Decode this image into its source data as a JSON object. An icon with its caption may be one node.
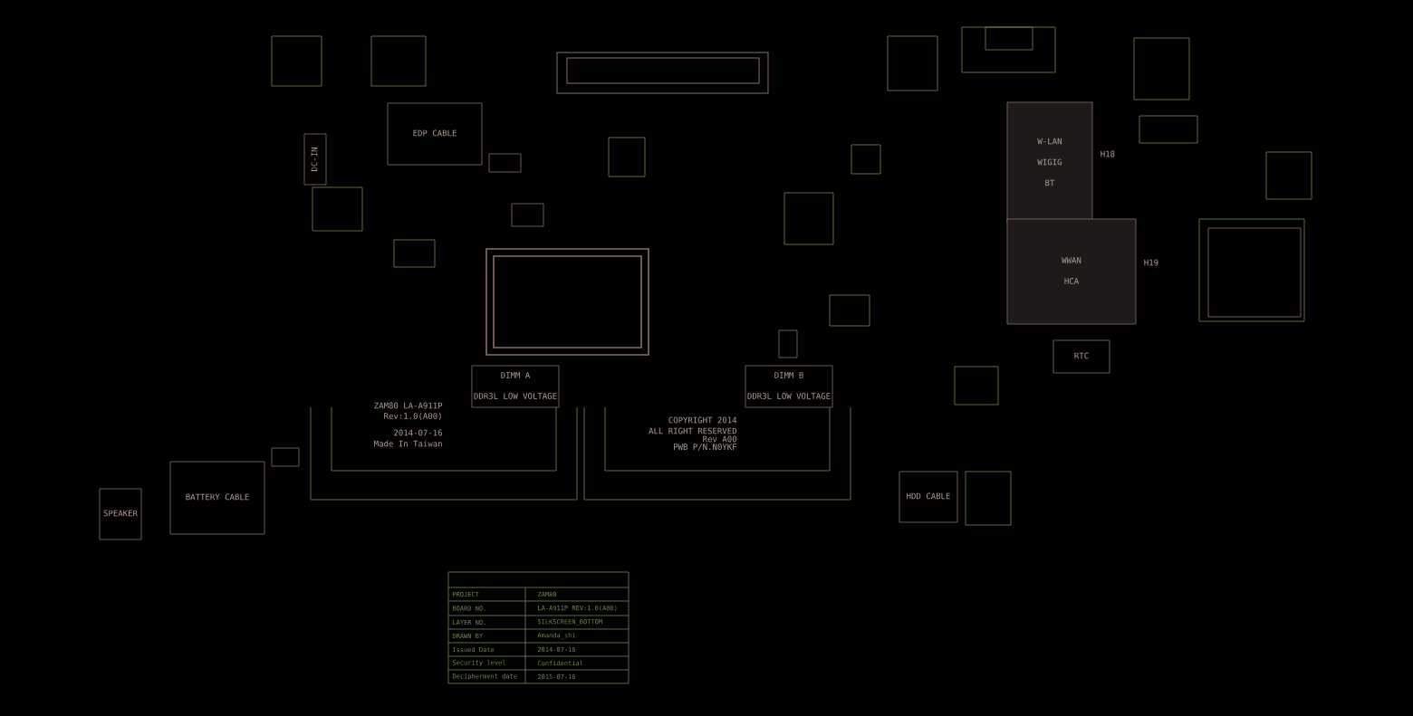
{
  "diagram": {
    "nodes": [
      {
        "text": [
          "DC-IN"
        ]
      },
      {
        "text": [
          "EDP CABLE"
        ]
      },
      {
        "text": [
          "BATTERY CABLE"
        ]
      },
      {
        "text": [
          "SPEAKER"
        ]
      },
      {
        "text": [
          "DIMM A",
          "DDR3L LOW VOLTAGE"
        ]
      },
      {
        "text": [
          "DIMM B",
          "DDR3L LOW VOLTAGE"
        ]
      },
      {
        "text": [
          "W-LAN",
          "WIGIG",
          "BT"
        ],
        "beside": [
          "H18"
        ]
      },
      {
        "text": [
          "WWAN",
          "HCA"
        ],
        "beside": [
          "H19"
        ]
      },
      {
        "text": [
          "RTC"
        ]
      },
      {
        "text": [
          "HDD CABLE"
        ]
      }
    ],
    "edges": [],
    "labels": [
      "ZAM80 LA-A911P",
      "Rev:1.0(A00)",
      "2014-07-16",
      "Made In Taiwan",
      "COPYRIGHT 2014",
      "ALL RIGHT RESERVED",
      "Rev A00",
      "PWB P/N.N0YKF",
      "PROJECT",
      "ZAM80",
      "BOARD NO.",
      "LA-A911P REV:1.0(A00)",
      "LAYER NO.",
      "SILKSCREEN_BOTTOM",
      "DRAWN BY",
      "Amanda_shi",
      "Issued Date",
      "2014-07-16",
      "Security level",
      "Confidential",
      "Decipherment date",
      "2015-07-16"
    ]
  }
}
